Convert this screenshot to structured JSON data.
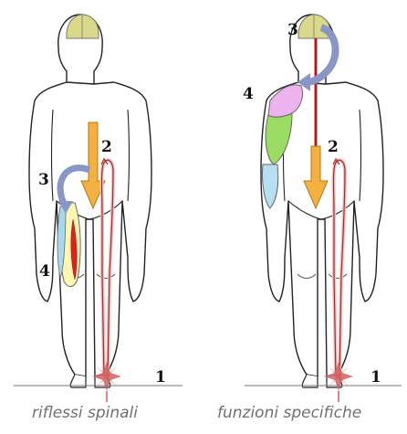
{
  "figures": {
    "left": {
      "caption": "riflessi spinali",
      "labels": {
        "one": "1",
        "two": "2",
        "three": "3",
        "four": "4"
      }
    },
    "right": {
      "caption": "funzioni specifiche",
      "labels": {
        "one": "1",
        "two": "2",
        "three": "3",
        "four": "4"
      }
    }
  },
  "colors": {
    "brain": "#d9d98a",
    "descending_arrow": "#f5b042",
    "afferent_pathway": "#f2c3c3",
    "pathway_line": "#a02c2c",
    "efferent_line": "#cc2222",
    "interneuron_arrow": "#8a96c6",
    "stimulus": "#d06060",
    "muscle_yellow": "#fff7b0",
    "muscle_red": "#e02020",
    "muscle_blue": "#a8d8ee",
    "arm_pink": "#ecb3ec",
    "arm_green": "#9bdc64",
    "arm_blue": "#b6e0f2"
  }
}
